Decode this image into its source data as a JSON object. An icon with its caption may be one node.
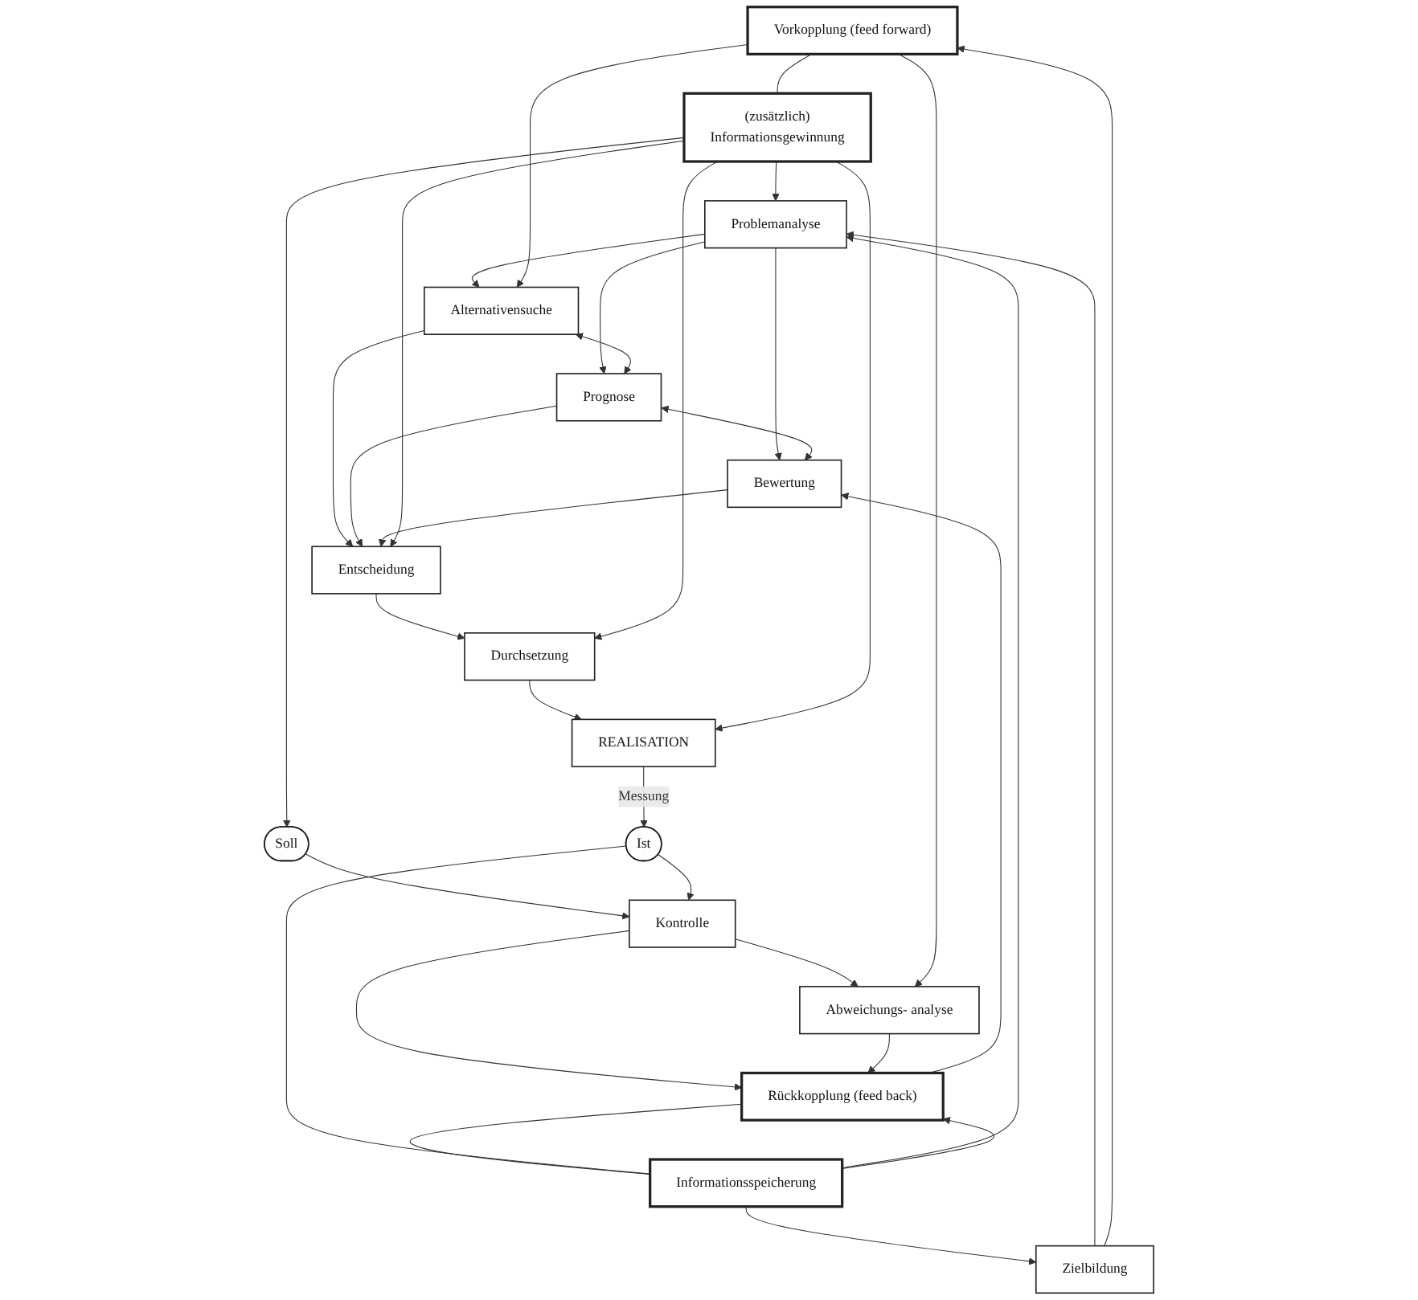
{
  "diagram": {
    "nodes": [
      {
        "text": [
          "Vorkopplung (feed forward)"
        ]
      },
      {
        "text": [
          "(zusätzlich)",
          "Informationsgewinnung"
        ]
      },
      {
        "text": [
          "Zielbildung"
        ]
      },
      {
        "text": [
          "Problemanalyse"
        ]
      },
      {
        "text": [
          "Alternativensuche"
        ]
      },
      {
        "text": [
          "Prognose"
        ]
      },
      {
        "text": [
          "Bewertung"
        ]
      },
      {
        "text": [
          "Entscheidung"
        ]
      },
      {
        "text": [
          "Durchsetzung"
        ]
      },
      {
        "text": [
          "REALISATION"
        ]
      },
      {
        "text": [
          "Soll"
        ]
      },
      {
        "text": [
          "Ist"
        ]
      },
      {
        "text": [
          "Kontrolle"
        ]
      },
      {
        "text": [
          "Abweichungs- analyse"
        ]
      },
      {
        "text": [
          "Informationsspeicherung"
        ]
      },
      {
        "text": [
          "Rückkopplung (feed back)"
        ]
      }
    ],
    "edges": [
      {
        "from": 2,
        "to": 3,
        "arrow": "to"
      },
      {
        "from": 3,
        "to": 5,
        "arrow": "to"
      },
      {
        "from": 3,
        "to": 4,
        "arrow": "to"
      },
      {
        "from": 3,
        "to": 6,
        "arrow": "to"
      },
      {
        "from": 4,
        "to": 5,
        "arrow": "both"
      },
      {
        "from": 5,
        "to": 6,
        "arrow": "both"
      },
      {
        "from": 4,
        "to": 7,
        "arrow": "to"
      },
      {
        "from": 5,
        "to": 7,
        "arrow": "to"
      },
      {
        "from": 6,
        "to": 7,
        "arrow": "to"
      },
      {
        "from": 7,
        "to": 8,
        "arrow": "to"
      },
      {
        "from": 8,
        "to": 9,
        "arrow": "to"
      },
      {
        "from": 9,
        "to": 11,
        "label": "Messung",
        "arrow": "to"
      },
      {
        "from": 10,
        "to": 12,
        "arrow": "to"
      },
      {
        "from": 11,
        "to": 12,
        "arrow": "to"
      },
      {
        "from": 12,
        "to": 13,
        "arrow": "to"
      },
      {
        "from": 2,
        "to": 0,
        "arrow": "to"
      },
      {
        "from": 0,
        "to": 1,
        "arrow": "none"
      },
      {
        "from": 1,
        "to": 3,
        "arrow": "to"
      },
      {
        "from": 0,
        "to": 4,
        "arrow": "to"
      },
      {
        "from": 1,
        "to": 7,
        "arrow": "to"
      },
      {
        "from": 1,
        "to": 8,
        "arrow": "to"
      },
      {
        "from": 1,
        "to": 9,
        "arrow": "to"
      },
      {
        "from": 1,
        "to": 10,
        "arrow": "to"
      },
      {
        "from": 0,
        "to": 13,
        "arrow": "to"
      },
      {
        "from": 15,
        "to": 14,
        "arrow": "none"
      },
      {
        "from": 14,
        "to": 2,
        "arrow": "to"
      },
      {
        "from": 14,
        "to": 3,
        "arrow": "to"
      },
      {
        "from": 15,
        "to": 6,
        "arrow": "to"
      },
      {
        "from": 11,
        "to": 14,
        "arrow": "none"
      },
      {
        "from": 14,
        "to": 15,
        "arrow": "to"
      },
      {
        "from": 12,
        "to": 15,
        "arrow": "to"
      },
      {
        "from": 13,
        "to": 15,
        "arrow": "to"
      }
    ]
  }
}
